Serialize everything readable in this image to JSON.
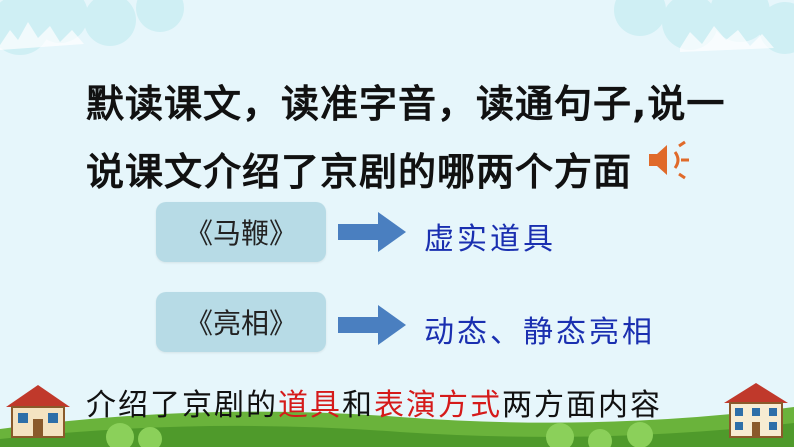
{
  "question": {
    "line1": "默读课文，读准字音，读通句子,说一",
    "line2": "说课文介绍了京剧的哪两个方面"
  },
  "items": [
    {
      "title": "《马鞭》",
      "answer": "虚实道具"
    },
    {
      "title": "《亮相》",
      "answer": "动态、静态亮相"
    }
  ],
  "summary": {
    "part1": "介绍了京剧的",
    "highlight1": "道具",
    "part2": "和",
    "highlight2": "表演方式",
    "part3": "两方面内容"
  },
  "colors": {
    "background": "#e6f6fb",
    "pill": "#b7dbe6",
    "arrow": "#4a7fc0",
    "answer": "#1a2fb0",
    "highlight": "#d51a1a",
    "speaker": "#e06a2a"
  },
  "icons": {
    "speaker": "speaker-icon",
    "arrow": "right-arrow-icon",
    "house": "house-icon"
  }
}
